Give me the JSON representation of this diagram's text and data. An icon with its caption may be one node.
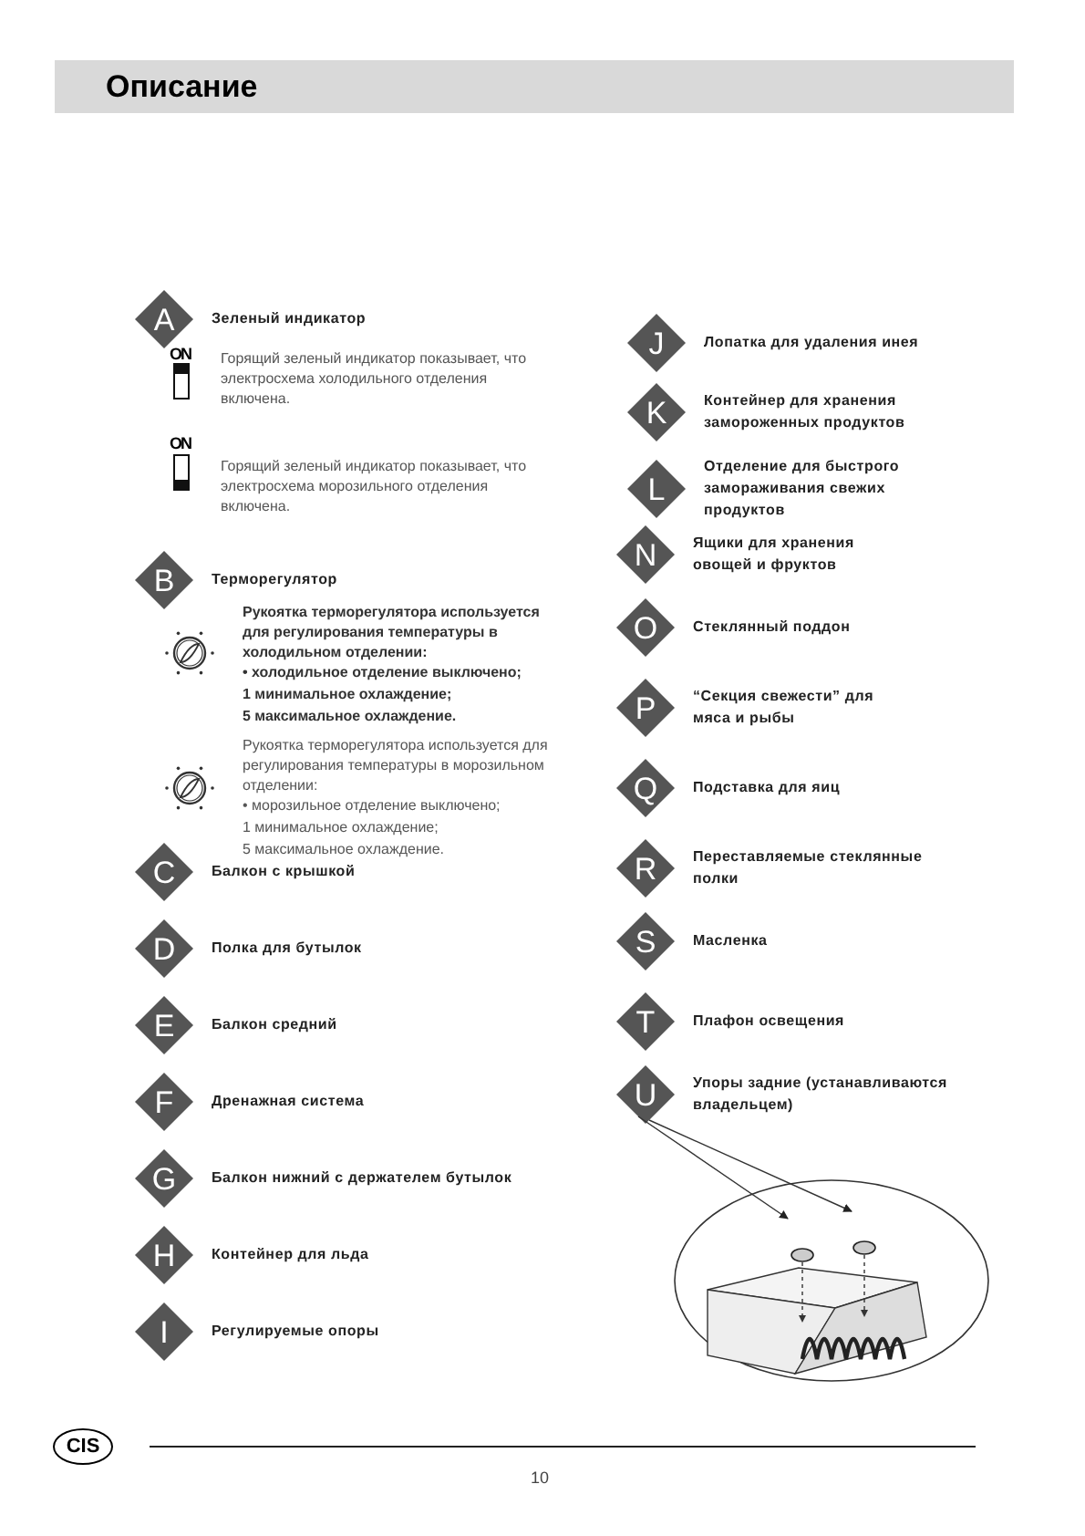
{
  "diagram": {
    "title": "Описание",
    "nodes": [
      {
        "text": [
          "A",
          "Зеленый индикатор"
        ]
      },
      {
        "text": [
          "B",
          "Терморегулятор"
        ]
      },
      {
        "text": [
          "C",
          "Балкон с крышкой"
        ]
      },
      {
        "text": [
          "D",
          "Полка для бутылок"
        ]
      },
      {
        "text": [
          "E",
          "Балкон средний"
        ]
      },
      {
        "text": [
          "F",
          "Дренажная система"
        ]
      },
      {
        "text": [
          "G",
          "Балкон нижний с держателем бутылок"
        ]
      },
      {
        "text": [
          "H",
          "Контейнер для льда"
        ]
      },
      {
        "text": [
          "I",
          "Регулируемые опоры"
        ]
      },
      {
        "text": [
          "J",
          "Лопатка для удаления инея"
        ]
      },
      {
        "text": [
          "K",
          "Контейнер для хранения замороженных продуктов"
        ]
      },
      {
        "text": [
          "L",
          "Отделение для быстрого замораживания свежих продуктов"
        ]
      },
      {
        "text": [
          "N",
          "Ящики для хранения овощей и фруктов"
        ]
      },
      {
        "text": [
          "O",
          "Стеклянный поддон"
        ]
      },
      {
        "text": [
          "P",
          "“Секция свежести” для мяса и рыбы"
        ]
      },
      {
        "text": [
          "Q",
          "Подставка для яиц"
        ]
      },
      {
        "text": [
          "R",
          "Переставляемые стеклянные полки"
        ]
      },
      {
        "text": [
          "S",
          "Масленка"
        ]
      },
      {
        "text": [
          "T",
          "Плафон освещения"
        ]
      },
      {
        "text": [
          "U",
          "Упоры задние (устанавливаются владельцем)"
        ]
      },
      {
        "text": [],
        "shape": "picture"
      },
      {
        "text": [
          "CIS"
        ]
      }
    ],
    "edges": [
      {
        "from": 19,
        "to": 20,
        "arrow": "to"
      },
      {
        "from": 19,
        "to": 20,
        "arrow": "to"
      }
    ],
    "labels": [
      "ON",
      "Горящий зеленый индикатор показывает, что электросхема холодильного отделения включена.",
      "ON",
      "Горящий зеленый индикатор показывает, что электросхема морозильного отделения включена.",
      "Рукоятка терморегулятора используется для регулирования температуры в холодильном отделении:",
      "• холодильное отделение выключено;",
      "1 минимальное охлаждение;",
      "5 максимальное охлаждение.",
      "Рукоятка терморегулятора используется для регулирования температуры в морозильном отделении:",
      "• морозильное отделение выключено;",
      "1 минимальное охлаждение;",
      "5 максимальное охлаждение.",
      "10"
    ]
  }
}
